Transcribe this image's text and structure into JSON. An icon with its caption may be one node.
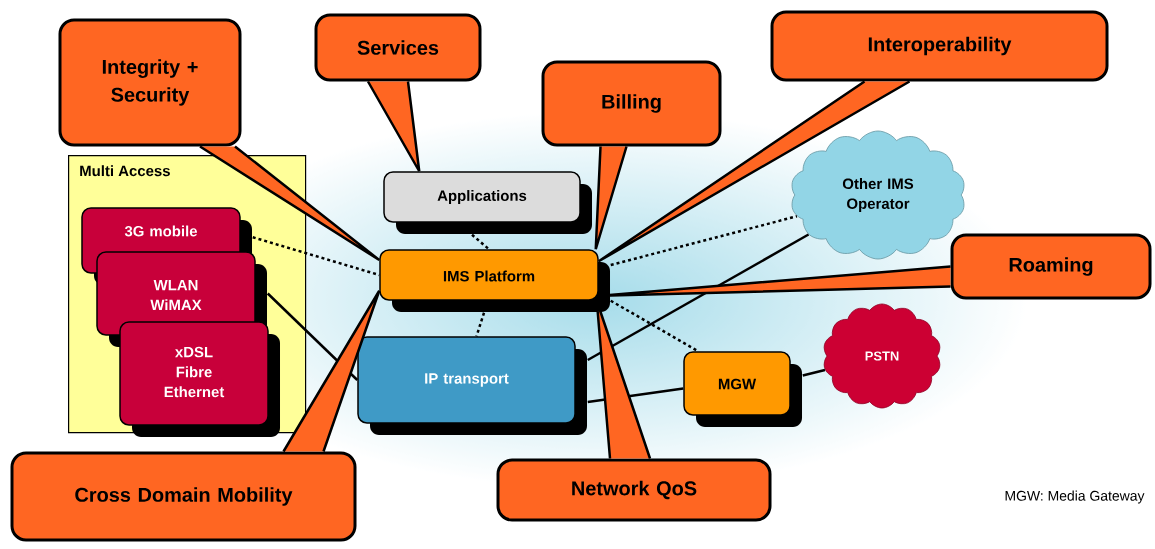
{
  "diagram": {
    "nodes": [
      {
        "text": [
          "Multi Access"
        ]
      },
      {
        "text": [
          "3G mobile"
        ],
        "in": 0
      },
      {
        "text": [
          "WLAN WiMAX"
        ],
        "in": 0
      },
      {
        "text": [
          "xDSL Fibre Ethernet"
        ],
        "in": 0
      },
      {
        "text": [
          "Applications"
        ]
      },
      {
        "text": [
          "IMS Platform"
        ]
      },
      {
        "text": [
          "IP transport"
        ]
      },
      {
        "text": [
          "MGW"
        ]
      },
      {
        "text": [
          "Other IMS Operator"
        ]
      },
      {
        "text": [
          "PSTN"
        ]
      },
      {
        "text": [
          "Integrity + Security"
        ]
      },
      {
        "text": [
          "Services"
        ]
      },
      {
        "text": [
          "Billing"
        ]
      },
      {
        "text": [
          "Interoperability"
        ]
      },
      {
        "text": [
          "Roaming"
        ]
      },
      {
        "text": [
          "Cross Domain Mobility"
        ]
      },
      {
        "text": [
          "Network QoS"
        ]
      }
    ],
    "edges": [
      {
        "from": 1,
        "to": 5,
        "arrow": "none",
        "style": "dashed"
      },
      {
        "from": 2,
        "to": 6,
        "arrow": "none"
      },
      {
        "from": 4,
        "to": 5,
        "arrow": "none",
        "style": "dashed"
      },
      {
        "from": 5,
        "to": 6,
        "arrow": "none",
        "style": "dashed"
      },
      {
        "from": 5,
        "to": 8,
        "arrow": "none",
        "style": "dashed"
      },
      {
        "from": 5,
        "to": 7,
        "arrow": "none",
        "style": "dashed"
      },
      {
        "from": 6,
        "to": 8,
        "arrow": "none"
      },
      {
        "from": 6,
        "to": 7,
        "arrow": "none"
      },
      {
        "from": 7,
        "to": 9,
        "arrow": "none"
      },
      {
        "from": 10,
        "to": 5,
        "arrow": "none"
      },
      {
        "from": 11,
        "to": 4,
        "arrow": "none"
      },
      {
        "from": 12,
        "to": 5,
        "arrow": "none"
      },
      {
        "from": 13,
        "to": 5,
        "arrow": "none"
      },
      {
        "from": 14,
        "to": 5,
        "arrow": "none"
      },
      {
        "from": 15,
        "to": 5,
        "arrow": "none"
      },
      {
        "from": 16,
        "to": 5,
        "arrow": "none"
      }
    ],
    "labels": [
      "MGW: Media Gateway"
    ]
  }
}
